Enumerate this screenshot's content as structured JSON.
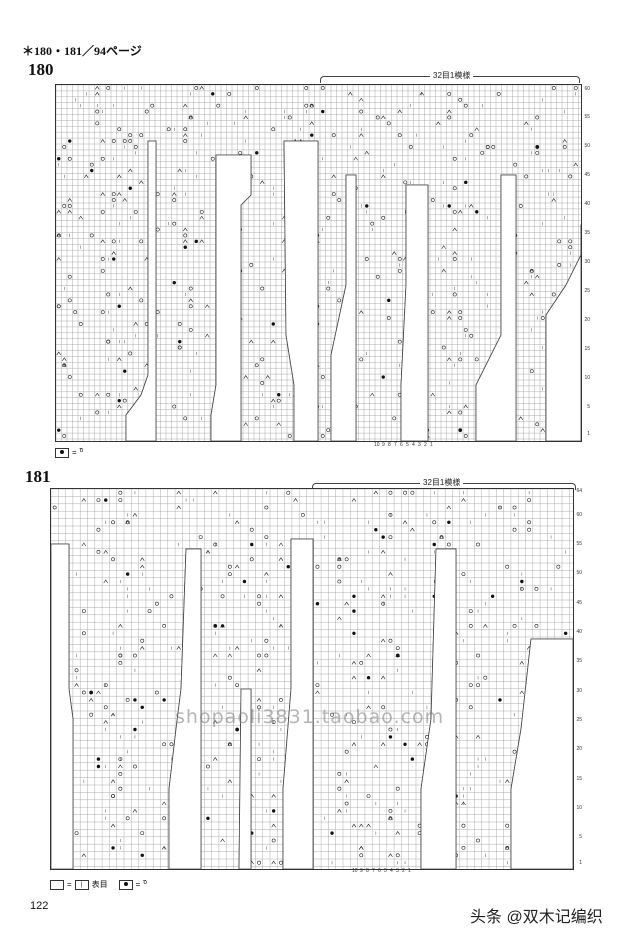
{
  "header": {
    "text": "＊180・181／94ページ"
  },
  "chart180": {
    "number": "180",
    "repeat_label": "32目1模様",
    "row_numbers": [
      "60",
      "55",
      "50",
      "45",
      "40",
      "35",
      "30",
      "25",
      "20",
      "15",
      "10",
      "5",
      "1"
    ],
    "col_numbers": [
      "10",
      "9",
      "8",
      "7",
      "6",
      "5",
      "4",
      "3",
      "2",
      "1"
    ],
    "legend": {
      "eq": "="
    }
  },
  "chart181": {
    "number": "181",
    "repeat_label": "32目1模様",
    "row_numbers": [
      "64",
      "60",
      "55",
      "50",
      "45",
      "40",
      "35",
      "30",
      "25",
      "20",
      "15",
      "10",
      "5",
      "1"
    ],
    "col_numbers": [
      "10",
      "9",
      "8",
      "7",
      "6",
      "5",
      "4",
      "3",
      "2",
      "1"
    ],
    "legend": {
      "blank_eq": "=",
      "knit_symbol": "|",
      "knit_label": "表目",
      "bead_eq": "="
    }
  },
  "page_number": "122",
  "watermark": "shopaoli3831.taobao.com",
  "credit": "头条 @双木记编织"
}
